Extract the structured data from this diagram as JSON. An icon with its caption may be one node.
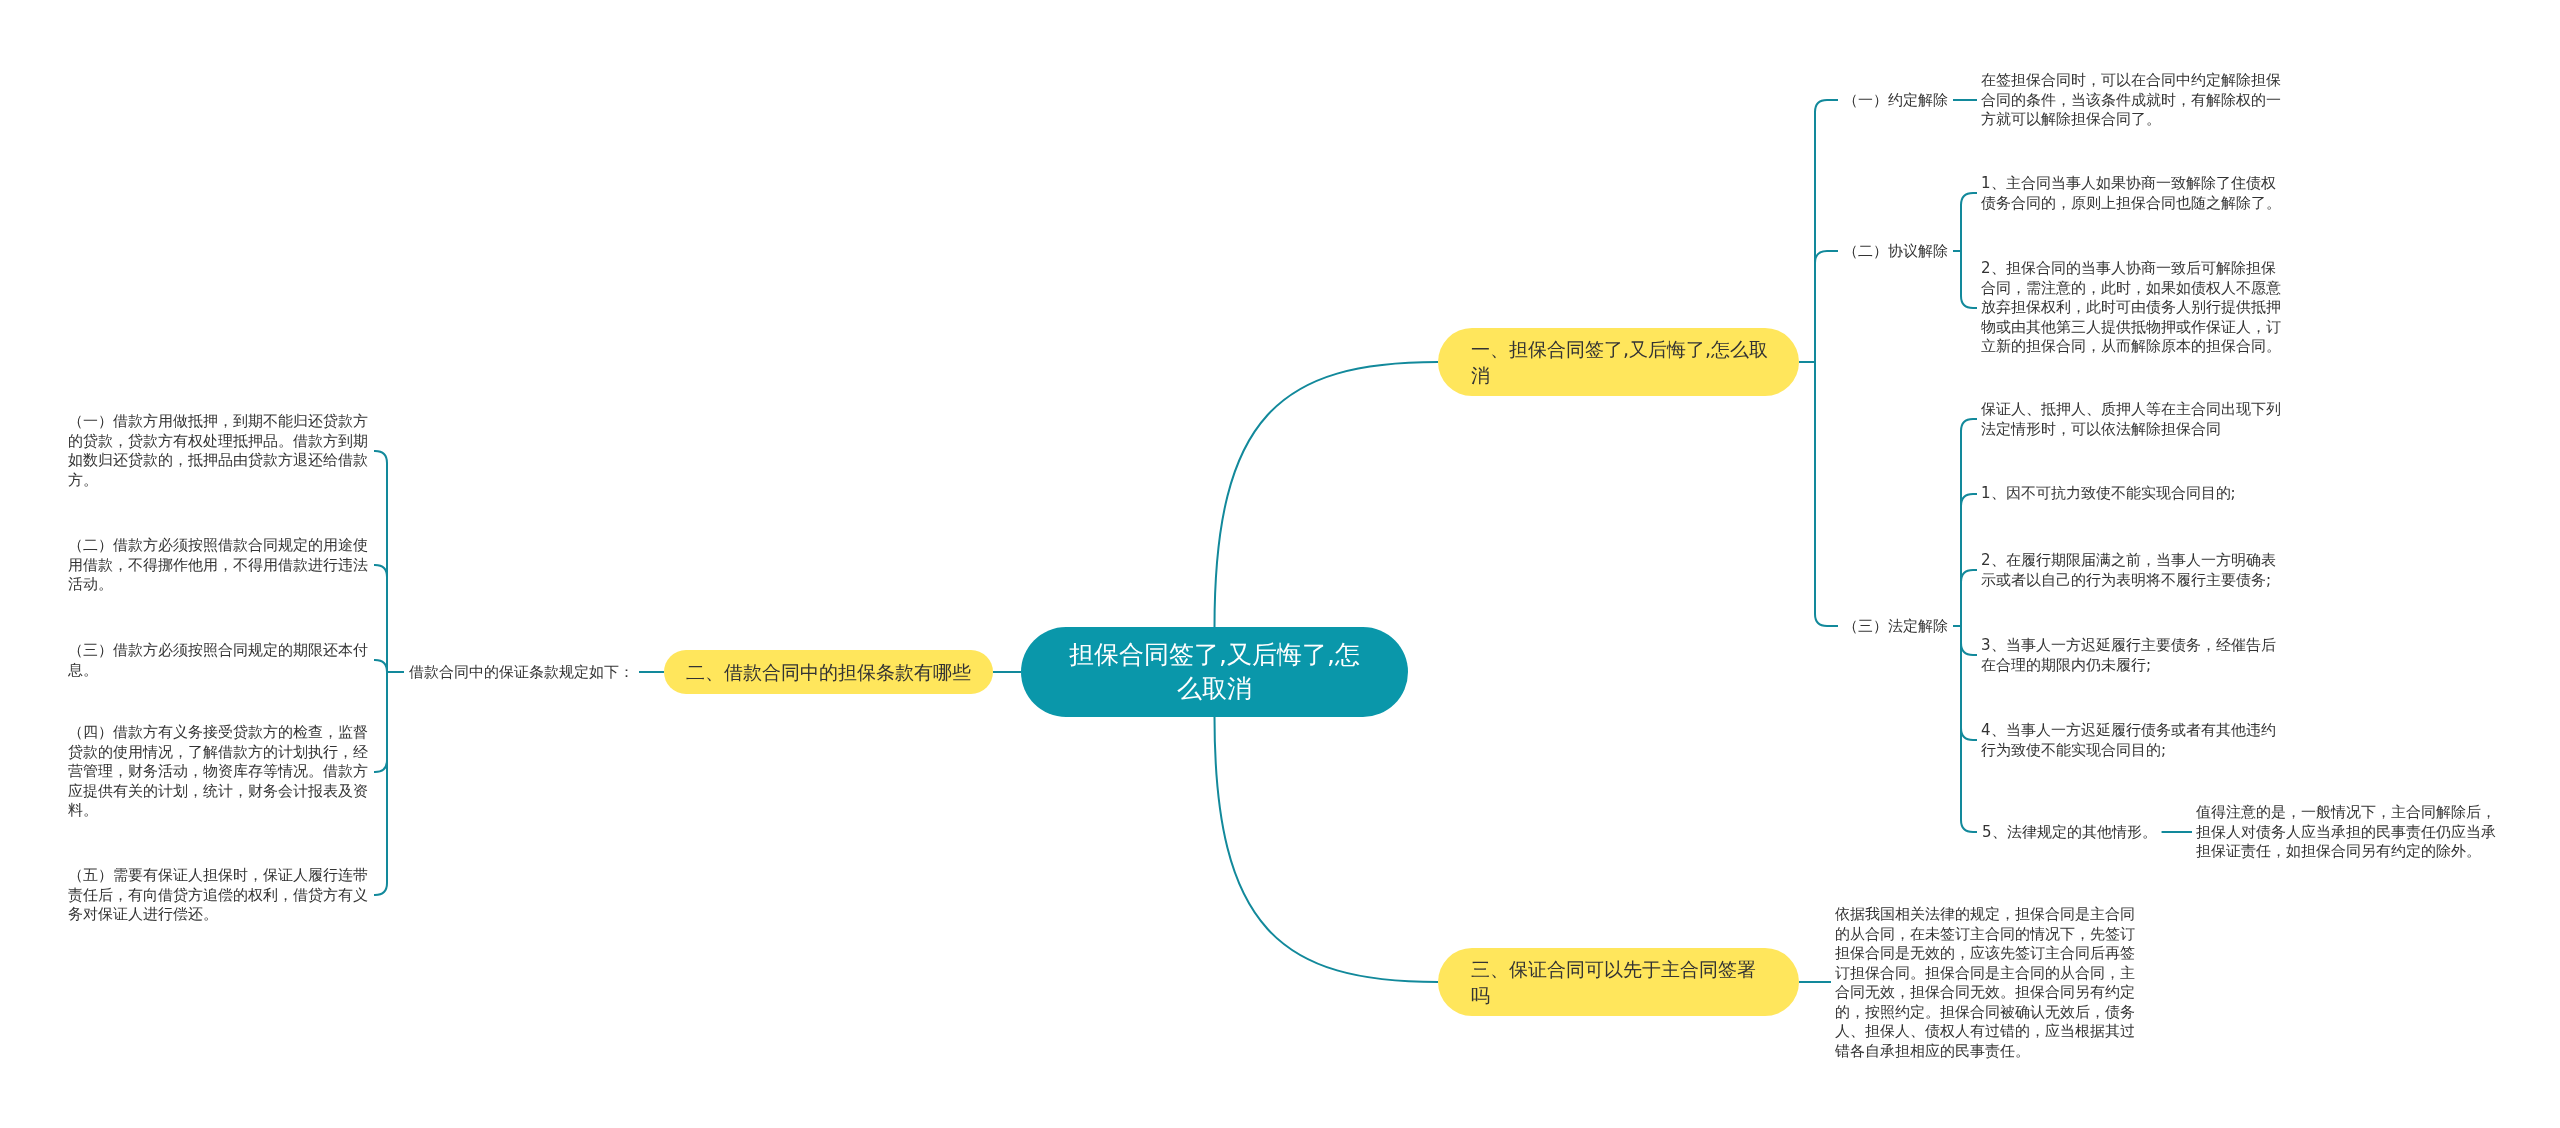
{
  "diagram": {
    "nodes": [
      {
        "text": [
          "担保合同签了,又后悔了,怎么取消"
        ]
      },
      {
        "text": [
          "一、担保合同签了,又后悔了,怎么取消"
        ]
      },
      {
        "text": [
          "（一）约定解除"
        ]
      },
      {
        "text": [
          "在签担保合同时，可以在合同中约定解除担保合同的条件，当该条件成就时，有解除权的一方就可以解除担保合同了。"
        ]
      },
      {
        "text": [
          "（二）协议解除"
        ]
      },
      {
        "text": [
          "1、主合同当事人如果协商一致解除了住债权债务合同的，原则上担保合同也随之解除了。"
        ]
      },
      {
        "text": [
          "2、担保合同的当事人协商一致后可解除担保合同，需注意的，此时，如果如债权人不愿意放弃担保权利，此时可由债务人别行提供抵押物或由其他第三人提供抵物押或作保证人，订立新的担保合同，从而解除原本的担保合同。"
        ]
      },
      {
        "text": [
          "（三）法定解除"
        ]
      },
      {
        "text": [
          "保证人、抵押人、质押人等在主合同出现下列法定情形时，可以依法解除担保合同"
        ]
      },
      {
        "text": [
          "1、因不可抗力致使不能实现合同目的;"
        ]
      },
      {
        "text": [
          "2、在履行期限届满之前，当事人一方明确表示或者以自己的行为表明将不履行主要债务;"
        ]
      },
      {
        "text": [
          "3、当事人一方迟延履行主要债务，经催告后在合理的期限内仍未履行;"
        ]
      },
      {
        "text": [
          "4、当事人一方迟延履行债务或者有其他违约行为致使不能实现合同目的;"
        ]
      },
      {
        "text": [
          "5、法律规定的其他情形。"
        ]
      },
      {
        "text": [
          "值得注意的是，一般情况下，主合同解除后，担保人对债务人应当承担的民事责任仍应当承担保证责任，如担保合同另有约定的除外。"
        ]
      },
      {
        "text": [
          "二、借款合同中的担保条款有哪些"
        ]
      },
      {
        "text": [
          "借款合同中的保证条款规定如下："
        ]
      },
      {
        "text": [
          "（一）借款方用做抵押，到期不能归还贷款方的贷款，贷款方有权处理抵押品。借款方到期如数归还贷款的，抵押品由贷款方退还给借款方。"
        ]
      },
      {
        "text": [
          "（二）借款方必须按照借款合同规定的用途使用借款，不得挪作他用，不得用借款进行违法活动。"
        ]
      },
      {
        "text": [
          "（三）借款方必须按照合同规定的期限还本付息。"
        ]
      },
      {
        "text": [
          "（四）借款方有义务接受贷款方的检查，监督贷款的使用情况，了解借款方的计划执行，经营管理，财务活动，物资库存等情况。借款方应提供有关的计划，统计，财务会计报表及资料。"
        ]
      },
      {
        "text": [
          "（五）需要有保证人担保时，保证人履行连带责任后，有向借贷方追偿的权利，借贷方有义务对保证人进行偿还。"
        ]
      },
      {
        "text": [
          "三、保证合同可以先于主合同签署吗"
        ]
      },
      {
        "text": [
          "依据我国相关法律的规定，担保合同是主合同的从合同，在未签订主合同的情况下，先签订担保合同是无效的，应该先签订主合同后再签订担保合同。担保合同是主合同的从合同，主合同无效，担保合同无效。担保合同另有约定的，按照约定。担保合同被确认无效后，债务人、担保人、债权人有过错的，应当根据其过错各自承担相应的民事责任。"
        ]
      }
    ],
    "edges": [
      {
        "from": 0,
        "to": 1,
        "arrow": "none"
      },
      {
        "from": 1,
        "to": 2,
        "arrow": "none"
      },
      {
        "from": 2,
        "to": 3,
        "arrow": "none"
      },
      {
        "from": 1,
        "to": 4,
        "arrow": "none"
      },
      {
        "from": 4,
        "to": 5,
        "arrow": "none"
      },
      {
        "from": 4,
        "to": 6,
        "arrow": "none"
      },
      {
        "from": 1,
        "to": 7,
        "arrow": "none"
      },
      {
        "from": 7,
        "to": 8,
        "arrow": "none"
      },
      {
        "from": 7,
        "to": 9,
        "arrow": "none"
      },
      {
        "from": 7,
        "to": 10,
        "arrow": "none"
      },
      {
        "from": 7,
        "to": 11,
        "arrow": "none"
      },
      {
        "from": 7,
        "to": 12,
        "arrow": "none"
      },
      {
        "from": 7,
        "to": 13,
        "arrow": "none"
      },
      {
        "from": 13,
        "to": 14,
        "arrow": "none"
      },
      {
        "from": 0,
        "to": 15,
        "arrow": "none"
      },
      {
        "from": 15,
        "to": 16,
        "arrow": "none"
      },
      {
        "from": 16,
        "to": 17,
        "arrow": "none"
      },
      {
        "from": 16,
        "to": 18,
        "arrow": "none"
      },
      {
        "from": 16,
        "to": 19,
        "arrow": "none"
      },
      {
        "from": 16,
        "to": 20,
        "arrow": "none"
      },
      {
        "from": 16,
        "to": 21,
        "arrow": "none"
      },
      {
        "from": 0,
        "to": 22,
        "arrow": "none"
      },
      {
        "from": 22,
        "to": 23,
        "arrow": "none"
      }
    ]
  }
}
